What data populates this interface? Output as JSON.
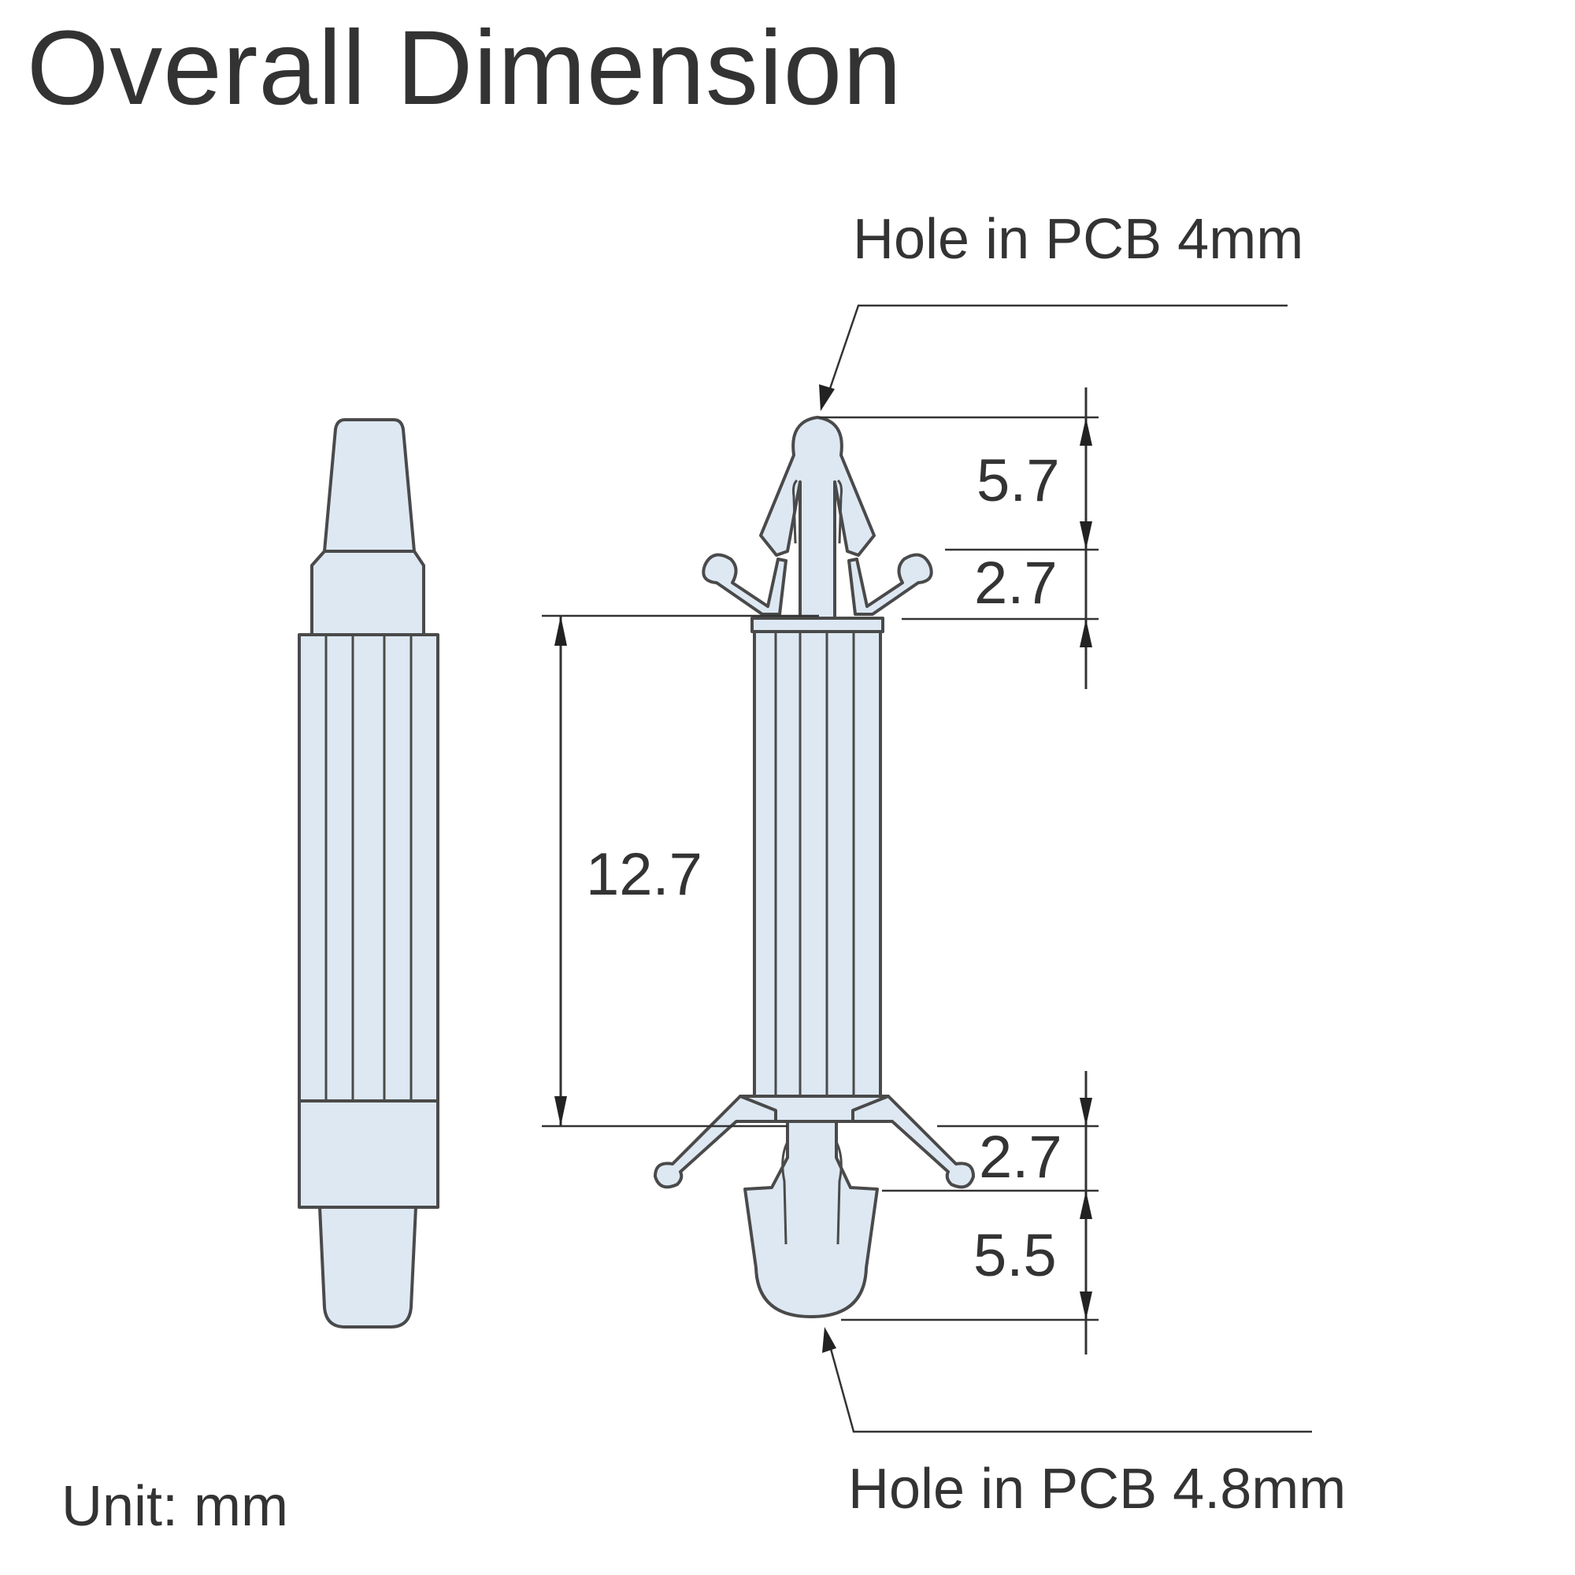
{
  "title": "Overall Dimension",
  "labels": {
    "hole_top": "Hole in PCB 4mm",
    "hole_bottom": "Hole in PCB 4.8mm",
    "unit": "Unit: mm"
  },
  "dimensions": {
    "top_tip": "5.7",
    "top_flange": "2.7",
    "body_length": "12.7",
    "bottom_flange": "2.7",
    "bottom_tip": "5.5"
  },
  "colors": {
    "part_fill": "#dde8f3",
    "outline": "#4a4a4a",
    "text": "#333333"
  }
}
